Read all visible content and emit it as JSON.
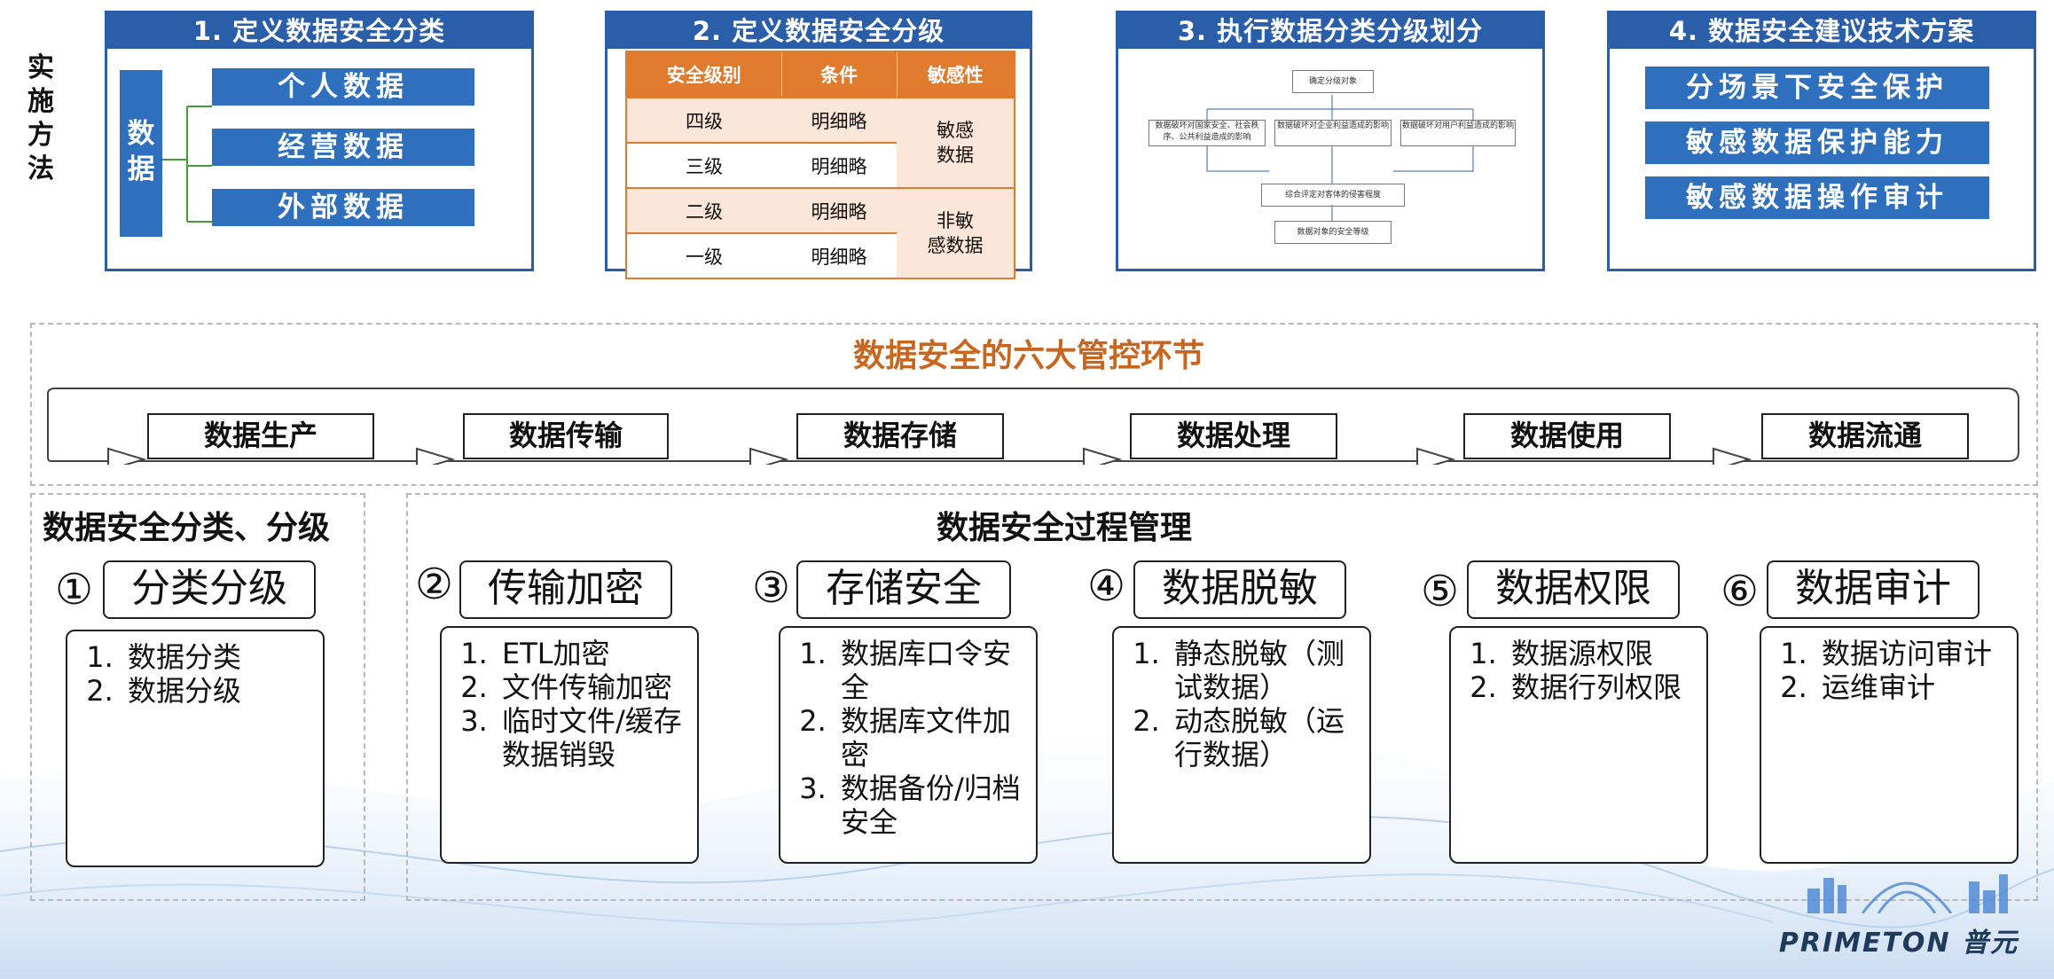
{
  "side_label": [
    "实",
    "施",
    "方",
    "法"
  ],
  "panel1": {
    "title": "1. 定义数据安全分类",
    "root": "数\n据",
    "items": [
      "个人数据",
      "经营数据",
      "外部数据"
    ]
  },
  "panel2": {
    "title": "2. 定义数据安全分级",
    "headers": [
      "安全级别",
      "条件",
      "敏感性"
    ],
    "rows": [
      {
        "level": "四级",
        "cond": "明细略"
      },
      {
        "level": "三级",
        "cond": "明细略"
      },
      {
        "level": "二级",
        "cond": "明细略"
      },
      {
        "level": "一级",
        "cond": "明细略"
      }
    ],
    "sensitive": "敏感\n数据",
    "nonsensitive": "非敏\n感数据"
  },
  "panel3": {
    "title": "3. 执行数据分类分级划分",
    "nodes": {
      "top": "确定分级对象",
      "left": "数据破坏对国家安全、社会秩序、公共利益造成的影响",
      "mid": "数据破坏对企业利益造成的影响",
      "right": "数据破坏对用户利益造成的影响",
      "eval": "综合评定对客体的侵害程度",
      "result": "数据对象的安全等级"
    }
  },
  "panel4": {
    "title": "4. 数据安全建议技术方案",
    "items": [
      "分场景下安全保护",
      "敏感数据保护能力",
      "敏感数据操作审计"
    ]
  },
  "six": {
    "title": "数据安全的六大管控环节",
    "stages": [
      "数据生产",
      "数据传输",
      "数据存储",
      "数据处理",
      "数据使用",
      "数据流通"
    ]
  },
  "classify": {
    "title": "数据安全分类、分级",
    "num": "①",
    "label": "分类分级",
    "items": [
      "数据分类",
      "数据分级"
    ]
  },
  "process": {
    "title": "数据安全过程管理",
    "cards": [
      {
        "num": "②",
        "label": "传输加密",
        "items": [
          "ETL加密",
          "文件传输加密",
          "临时文件/缓存数据销毁"
        ]
      },
      {
        "num": "③",
        "label": "存储安全",
        "items": [
          "数据库口令安全",
          "数据库文件加密",
          "数据备份/归档安全"
        ]
      },
      {
        "num": "④",
        "label": "数据脱敏",
        "items": [
          "静态脱敏（测试数据）",
          "动态脱敏（运行数据）"
        ]
      },
      {
        "num": "⑤",
        "label": "数据权限",
        "items": [
          "数据源权限",
          "数据行列权限"
        ]
      },
      {
        "num": "⑥",
        "label": "数据审计",
        "items": [
          "数据访问审计",
          "运维审计"
        ]
      }
    ]
  },
  "brand": {
    "text": "PRIMETON 普元"
  },
  "colors": {
    "blue": "#2a5ea8",
    "orange": "#e07b2d",
    "title_orange": "#c8661e"
  }
}
